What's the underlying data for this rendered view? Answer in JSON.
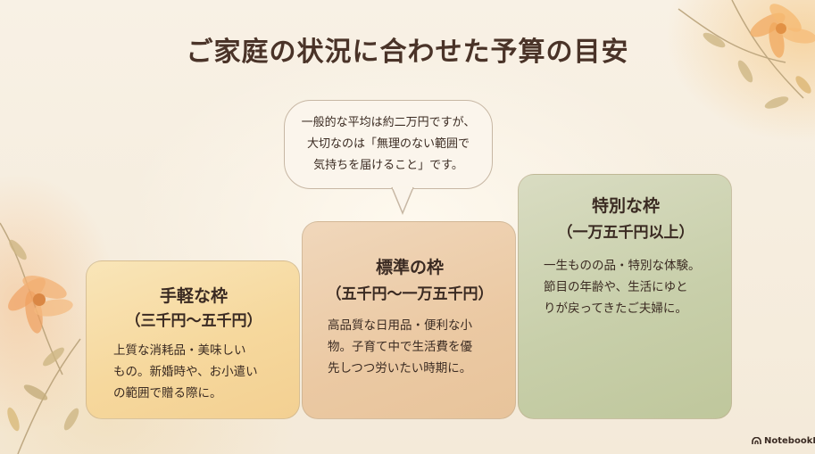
{
  "title": "ご家庭の状況に合わせた予算の目安",
  "bubble": {
    "lines": [
      "一般的な平均は約二万円ですが、",
      "大切なのは「無理のない範囲で",
      "気持ちを届けること」です。"
    ]
  },
  "tiers": [
    {
      "name": "手軽な枠",
      "range": "（三千円〜五千円）",
      "lines": [
        "上質な消耗品・美味しい",
        "もの。新婚時や、お小遣い",
        "の範囲で贈る際に。"
      ]
    },
    {
      "name": "標準の枠",
      "range": "（五千円〜一万五千円）",
      "lines": [
        "高品質な日用品・便利な小",
        "物。子育て中で生活費を優",
        "先しつつ労いたい時期に。"
      ]
    },
    {
      "name": "特別な枠",
      "range": "（一万五千円以上）",
      "lines": [
        "一生ものの品・特別な体験。",
        "節目の年齢や、生活にゆと",
        "りが戻ってきたご夫婦に。"
      ]
    }
  ],
  "logo": {
    "text": "NotebookLM",
    "icon": "notebooklm-logo-icon"
  },
  "colors": {
    "background": "#f7efe2",
    "title": "#4a3328",
    "card_light": "#f6d89d",
    "card_standard": "#ebc9a3",
    "card_special": "#c8cfaa"
  }
}
